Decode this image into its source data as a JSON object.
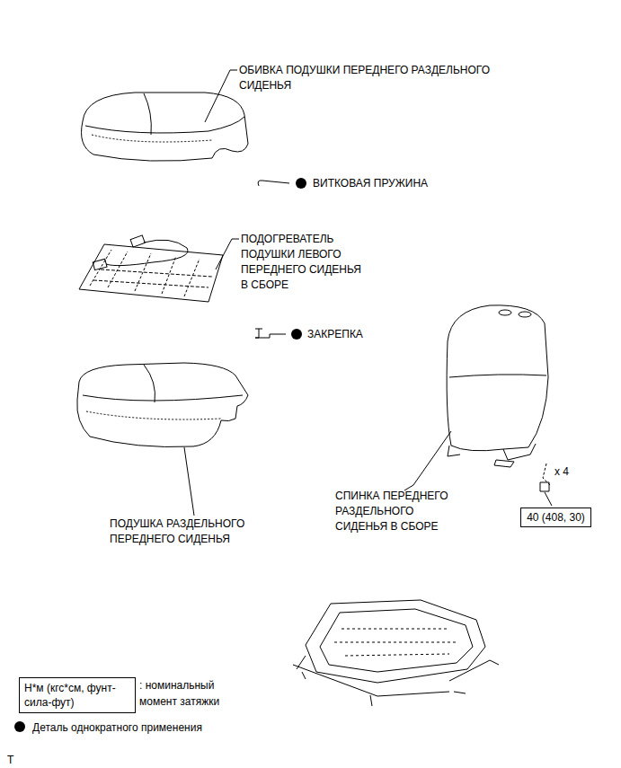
{
  "diagram": {
    "nodes": [
      {
        "text": [
          "40 (408, 30)"
        ]
      },
      {
        "text": [
          "Н*м (кгс*см, фунт-сила-фут)"
        ]
      }
    ],
    "labels": [
      "ОБИВКА ПОДУШКИ ПЕРЕДНЕГО РАЗДЕЛЬНОГО СИДЕНЬЯ",
      "ВИТКОВАЯ ПРУЖИНА",
      "ПОДОГРЕВАТЕЛЬ ПОДУШКИ ЛЕВОГО ПЕРЕДНЕГО СИДЕНЬЯ В СБОРЕ",
      "ЗАКРЕПКА",
      "СПИНКА ПЕРЕДНЕГО РАЗДЕЛЬНОГО СИДЕНЬЯ В СБОРЕ",
      "ПОДУШКА РАЗДЕЛЬНОГО ПЕРЕДНЕГО СИДЕНЬЯ",
      "x 4",
      "T"
    ],
    "legend": [
      {
        "text": ": номинальный момент затяжки"
      },
      {
        "text": "Деталь однократного применения"
      }
    ]
  }
}
